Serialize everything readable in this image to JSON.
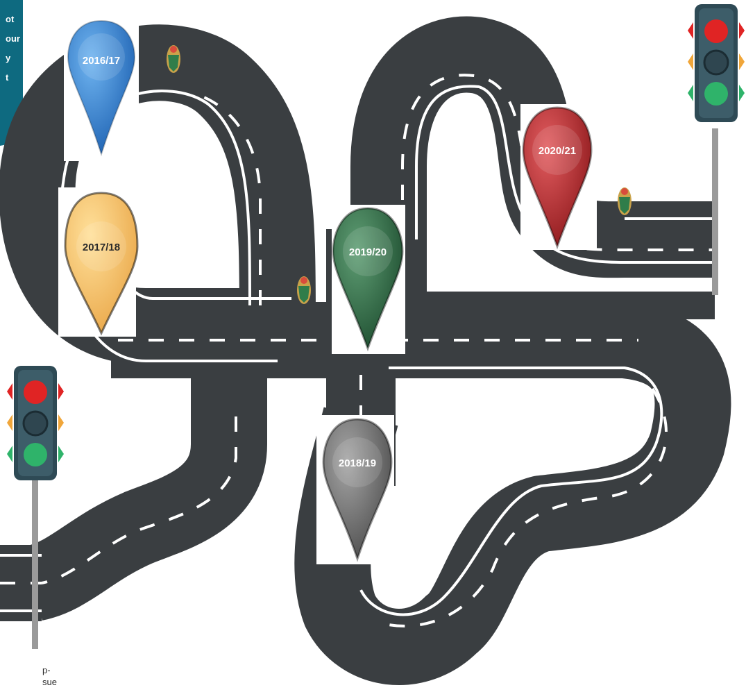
{
  "side_panel": {
    "lines": [
      "ot",
      "our",
      "y",
      "t"
    ],
    "color": "#0e6a80"
  },
  "bottom_fragment": {
    "lines": [
      "p-",
      "sue"
    ]
  },
  "milestones": [
    {
      "label": "2016/17",
      "color": "#2f7fd1"
    },
    {
      "label": "2017/18",
      "color": "#f6c165"
    },
    {
      "label": "2018/19",
      "color": "#6b6b6b"
    },
    {
      "label": "2019/20",
      "color": "#2f6b44"
    },
    {
      "label": "2020/21",
      "color": "#b3262a"
    }
  ],
  "colors": {
    "road": "#3a3e41",
    "road_line": "#ffffff",
    "traffic_light_body": "#2e4a55",
    "red_light": "#e02424",
    "amber_light": "#2f4650",
    "green_light": "#2fb36a"
  },
  "icons": [
    "coat-of-arms-icon",
    "traffic-light-icon",
    "map-pin-icon"
  ]
}
